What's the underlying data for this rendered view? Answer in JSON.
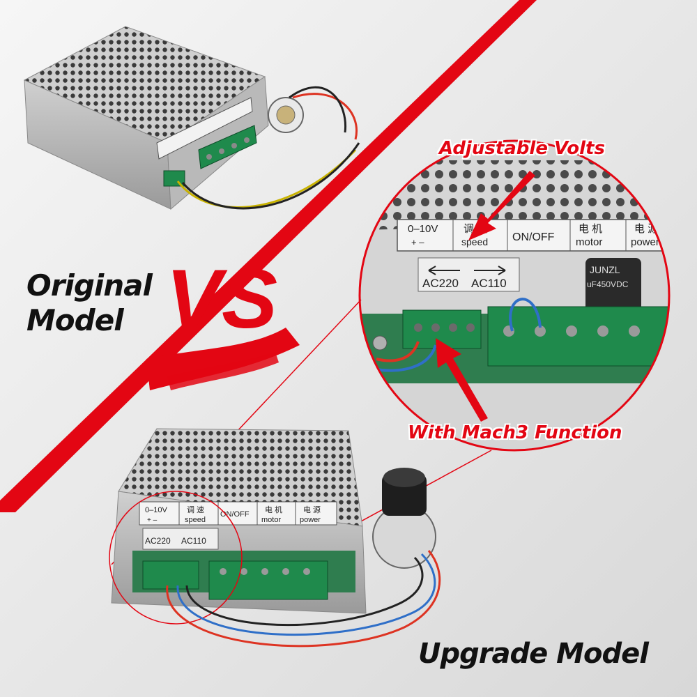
{
  "labels": {
    "original": "Original Model",
    "upgrade": "Upgrade Model",
    "versus": "VS",
    "adjustable": "Adjustable Volts",
    "mach3": "With Mach3  Function"
  },
  "panel": {
    "voltage_range": "0–10V",
    "polarity": "+   –",
    "speed_cn": "调 速",
    "speed": "speed",
    "onoff": "ON/OFF",
    "motor_cn": "电 机",
    "motor": "motor",
    "power_cn": "电 源",
    "power": "power",
    "ac220": "AC220",
    "ac110": "AC110",
    "capacitor": "uF450VDC",
    "brand": "JUNZL"
  },
  "colors": {
    "accent_red": "#e30613",
    "text_dark": "#111111",
    "terminal_green": "#1f8a4c",
    "metal": "#c9c9c9"
  }
}
